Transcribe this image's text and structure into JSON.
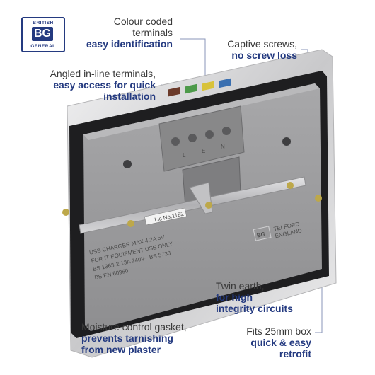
{
  "logo": {
    "line1": "BRITISH",
    "mark": "BG",
    "line2": "GENERAL"
  },
  "callouts": {
    "colour": {
      "plain_1": "Colour coded",
      "plain_2": "terminals",
      "bold": "easy identification"
    },
    "captive": {
      "plain": "Captive screws,",
      "bold": "no screw loss"
    },
    "angled": {
      "plain": "Angled in-line terminals,",
      "bold_1": "easy access for quick",
      "bold_2": "installation"
    },
    "twin": {
      "plain": "Twin earth,",
      "bold_1": "for high",
      "bold_2": "integrity circuits"
    },
    "moisture": {
      "plain": "Moisture control gasket,",
      "bold_1": "prevents tarnishing",
      "bold_2": "from new plaster"
    },
    "box": {
      "plain": "Fits 25mm box",
      "bold_1": "quick & easy",
      "bold_2": "retrofit"
    }
  },
  "product": {
    "terminal_letters": [
      "L",
      "E",
      "N"
    ],
    "lic_label": "Lic No.1182",
    "spec_lines": [
      "USB CHARGER MAX 4.2A 5V",
      "FOR IT EQUIPMENT USE ONLY",
      "BS 1363-2  13A 240V~  BS 5733",
      "BS EN 60950"
    ],
    "side_badge": {
      "mark": "BG",
      "text_1": "TELFORD",
      "text_2": "ENGLAND"
    }
  },
  "colors": {
    "accent": "#243a80",
    "text": "#3a3a3a",
    "leader": "#8a96b8",
    "housing": "#9a9a9c",
    "plate": "#d6d6d8"
  }
}
